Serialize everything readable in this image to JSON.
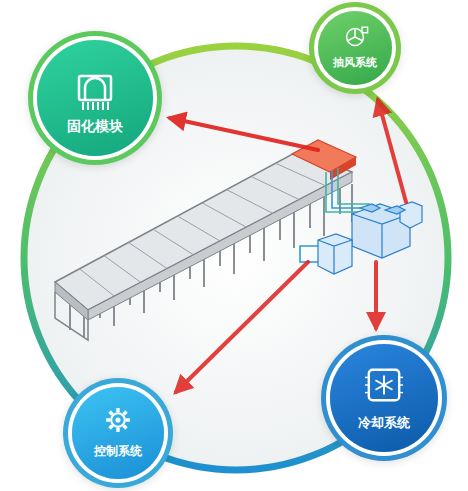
{
  "diagram": {
    "nodes": [
      {
        "text": [
          "固化模块"
        ]
      },
      {
        "text": [
          "抽风系统"
        ]
      },
      {
        "text": [
          "控制系统"
        ]
      },
      {
        "text": [
          "冷却系统"
        ]
      }
    ]
  }
}
